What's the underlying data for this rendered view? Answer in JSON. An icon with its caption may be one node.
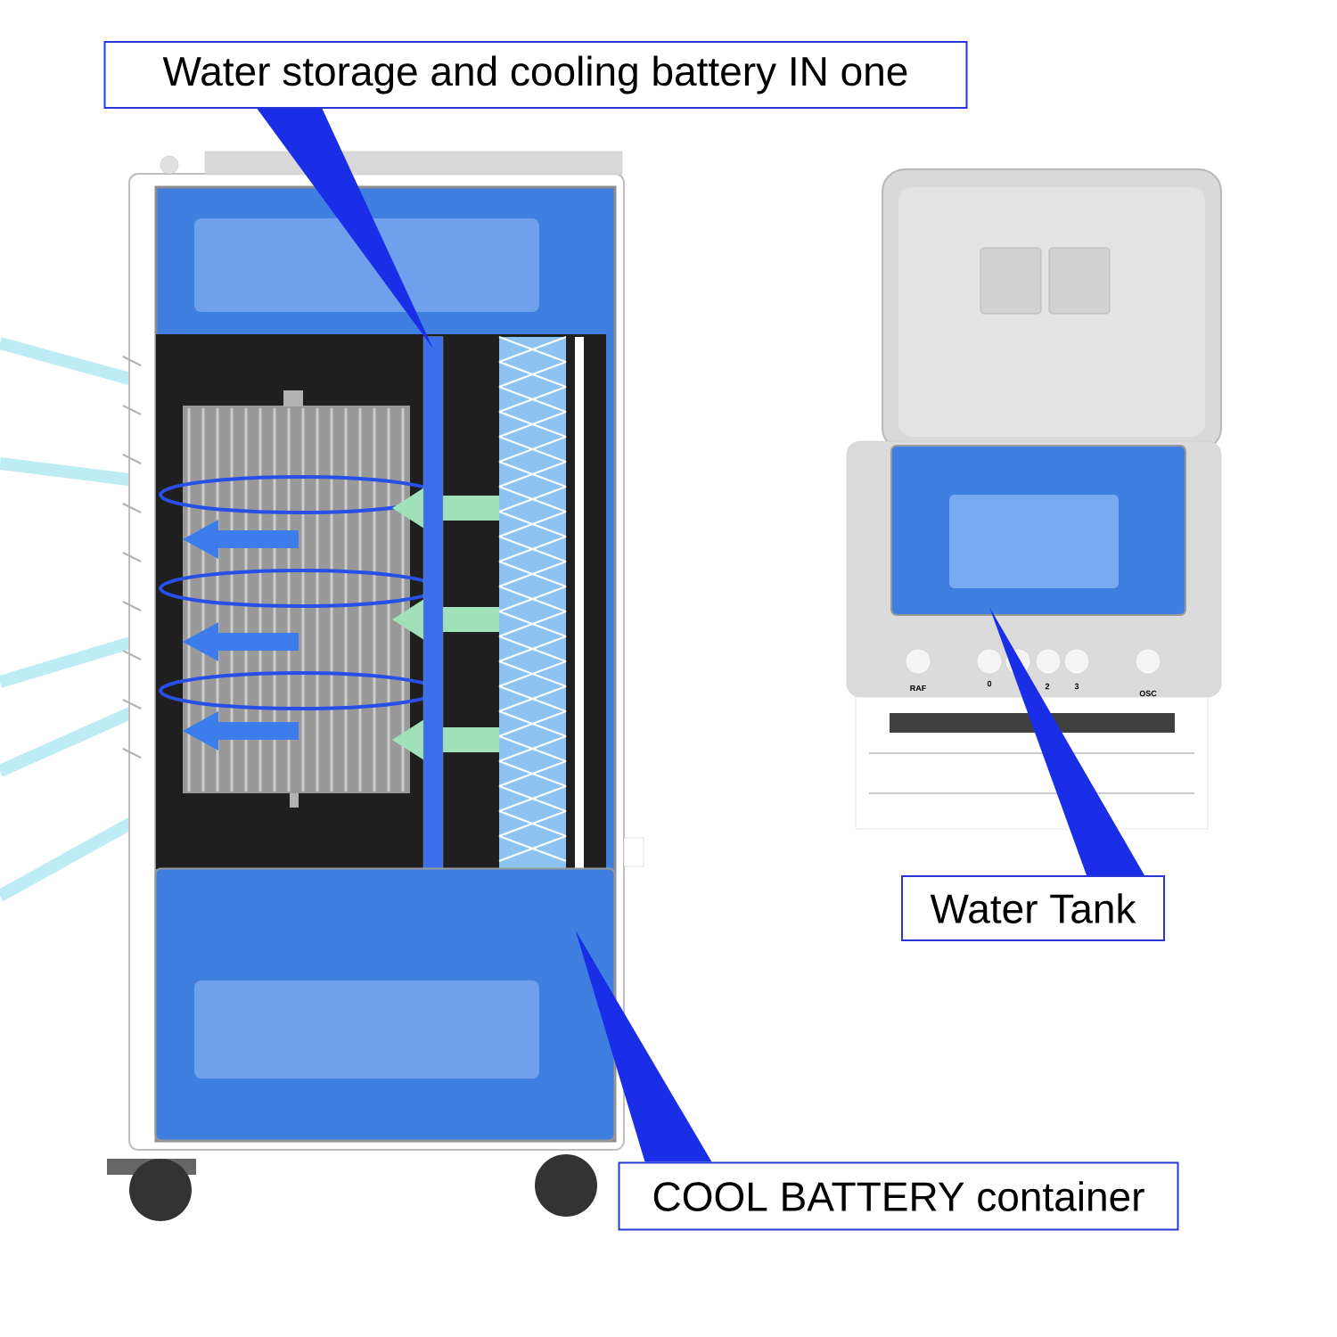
{
  "diagram": {
    "nodes": [
      {
        "text": [
          "Water storage and cooling battery IN one"
        ]
      },
      {
        "text": [
          "Water Tank"
        ]
      },
      {
        "text": [
          "COOL BATTERY container"
        ]
      },
      {
        "text": [],
        "shape": "bar"
      },
      {
        "text": [],
        "shape": "box"
      },
      {
        "text": [],
        "shape": "box"
      }
    ],
    "edges": [
      {
        "from": 0,
        "to": 3,
        "arrow": "none"
      },
      {
        "from": 1,
        "to": 4,
        "arrow": "none"
      },
      {
        "from": 2,
        "to": 5,
        "arrow": "none"
      }
    ],
    "labels": [
      "RAF",
      "0",
      "2",
      "3",
      "OSC"
    ]
  }
}
